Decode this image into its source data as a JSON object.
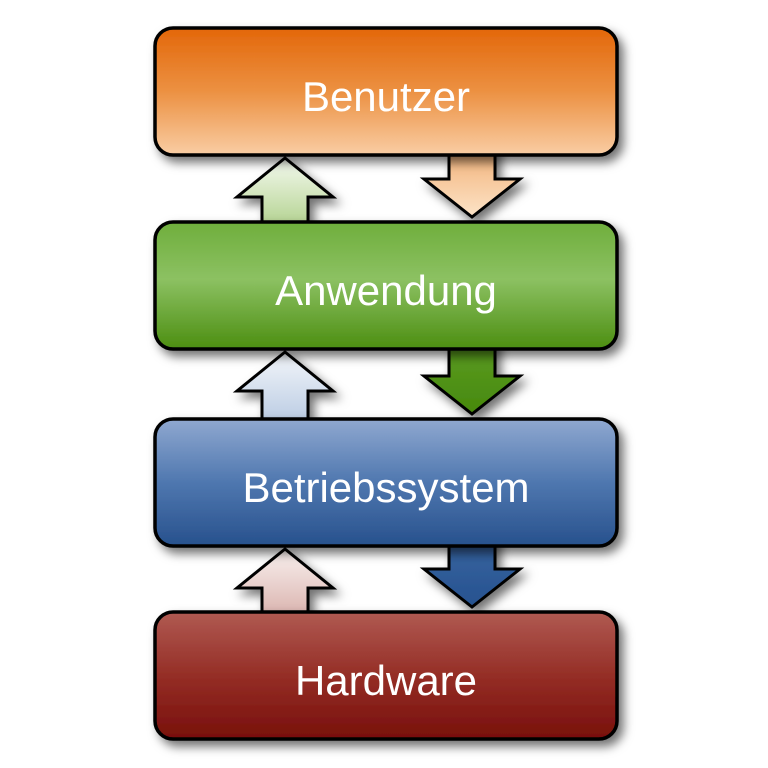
{
  "diagram": {
    "type": "layer-stack",
    "description": "Operating system layer diagram (German labels)",
    "background_color": "#ffffff",
    "outline_color": "#000000",
    "label_color": "#ffffff",
    "layers": [
      {
        "label": "Benutzer",
        "gradient": {
          "top": "#e3670a",
          "mid": "#ec9142",
          "bottom": "#f9cda4"
        }
      },
      {
        "label": "Anwendung",
        "gradient": {
          "top": "#6fae3c",
          "mid": "#8cc162",
          "bottom": "#4c8e11"
        }
      },
      {
        "label": "Betriebssystem",
        "gradient": {
          "top": "#8fa8d0",
          "mid": "#4f77af",
          "bottom": "#27518d"
        }
      },
      {
        "label": "Hardware",
        "gradient": {
          "top": "#b05a52",
          "mid": "#952e26",
          "bottom": "#780f0b"
        }
      }
    ],
    "arrows": [
      {
        "direction": "up",
        "from": "Anwendung",
        "to": "Benutzer",
        "gradient": {
          "top": "#f5faf0",
          "bottom": "#9cc46e"
        }
      },
      {
        "direction": "down",
        "from": "Benutzer",
        "to": "Anwendung",
        "gradient": {
          "top": "#f0a260",
          "bottom": "#fce4c8"
        }
      },
      {
        "direction": "up",
        "from": "Betriebssystem",
        "to": "Anwendung",
        "gradient": {
          "top": "#f3f6fa",
          "bottom": "#a7bddb"
        }
      },
      {
        "direction": "down",
        "from": "Anwendung",
        "to": "Betriebssystem",
        "gradient": {
          "top": "#61a228",
          "bottom": "#47890d"
        }
      },
      {
        "direction": "up",
        "from": "Hardware",
        "to": "Betriebssystem",
        "gradient": {
          "top": "#f9f1ef",
          "bottom": "#cf9d97"
        }
      },
      {
        "direction": "down",
        "from": "Betriebssystem",
        "to": "Hardware",
        "gradient": {
          "top": "#3c6aa6",
          "bottom": "#27528f"
        }
      }
    ]
  }
}
